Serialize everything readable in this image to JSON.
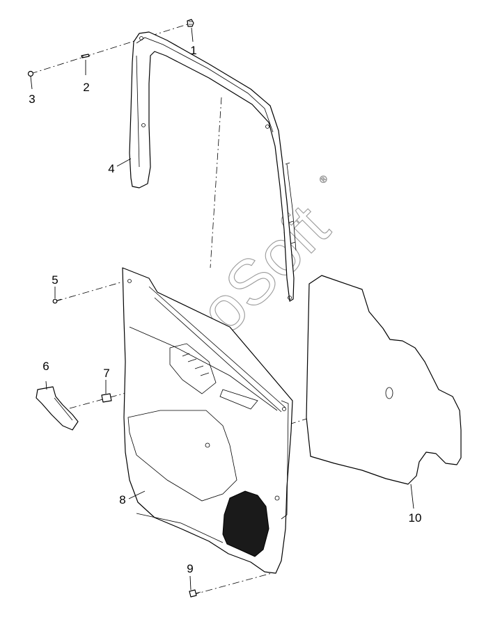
{
  "watermark": {
    "text": "AutoSoft",
    "mark": "®"
  },
  "callouts": [
    "1",
    "2",
    "3",
    "4",
    "5",
    "6",
    "7",
    "8",
    "9",
    "10"
  ]
}
